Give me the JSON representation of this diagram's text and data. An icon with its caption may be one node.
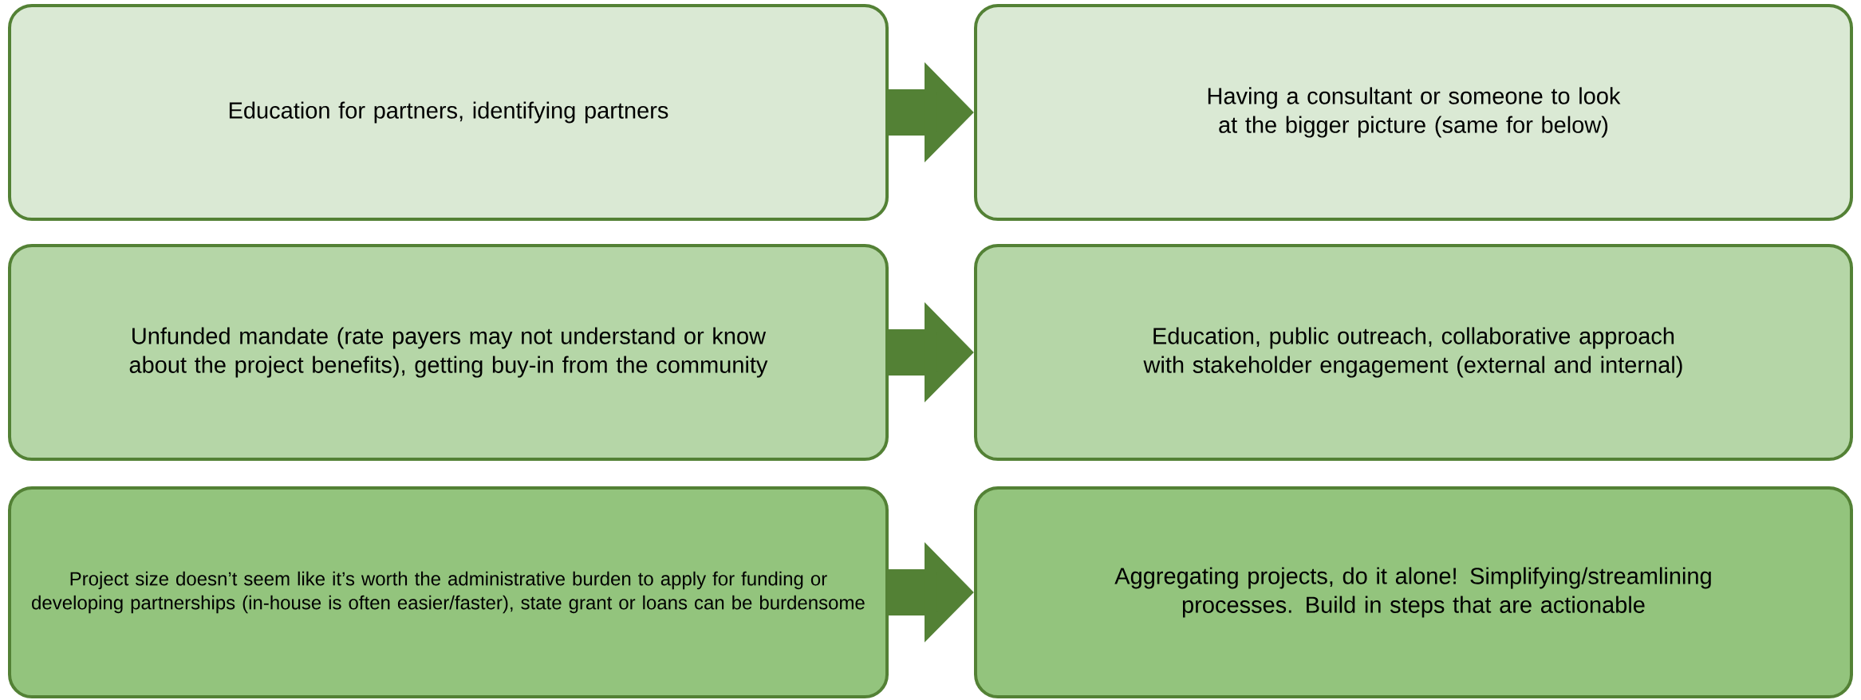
{
  "diagram": {
    "nodes": [
      {
        "text": [
          "Education for partners, identifying partners"
        ]
      },
      {
        "text": [
          "Having a consultant or someone to look at the bigger picture (same for below)"
        ]
      },
      {
        "text": [
          "Unfunded mandate (rate payers may not understand or know about the project benefits), getting buy-in from the community"
        ]
      },
      {
        "text": [
          "Education, public outreach, collaborative approach with stakeholder engagement (external and internal)"
        ]
      },
      {
        "text": [
          "Project size doesn’t seem like it’s worth the administrative burden to apply for funding or developing partnerships (in-house is often easier/faster), state grant or loans can be burdensome"
        ]
      },
      {
        "text": [
          "Aggregating projects, do it alone! Simplifying/streamlining processes. Build in steps that are actionable"
        ]
      }
    ],
    "edges": [
      {
        "from": 0,
        "to": 1,
        "arrow": "to"
      },
      {
        "from": 2,
        "to": 3,
        "arrow": "to"
      },
      {
        "from": 4,
        "to": 5,
        "arrow": "to"
      }
    ]
  }
}
